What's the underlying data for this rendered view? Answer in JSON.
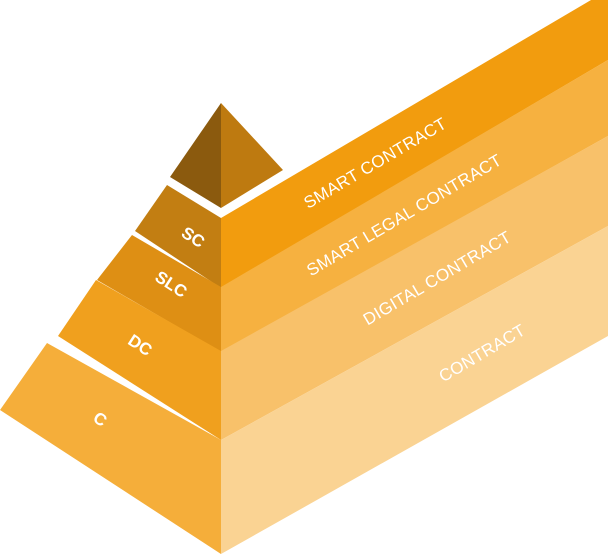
{
  "levels": [
    {
      "abbr": "SC",
      "name": "SMART CONTRACT",
      "colors": {
        "left": "#C27E12",
        "right": "#D98A08",
        "band": "#F29C0E"
      }
    },
    {
      "abbr": "SLC",
      "name": "SMART LEGAL CONTRACT",
      "colors": {
        "left": "#DE8F14",
        "right": "#E69A20",
        "band": "#F6B140"
      }
    },
    {
      "abbr": "DC",
      "name": "DIGITAL CONTRACT",
      "colors": {
        "left": "#F0A01E",
        "right": "#F0A21F",
        "band": "#F8C16A"
      }
    },
    {
      "abbr": "C",
      "name": "CONTRACT",
      "colors": {
        "left": "#F5AE3A",
        "right": "#F1A52A",
        "band": "#FAD393"
      }
    }
  ],
  "apex": {
    "colors": {
      "left": "#8B5A0E",
      "right": "#BE7A10"
    }
  }
}
